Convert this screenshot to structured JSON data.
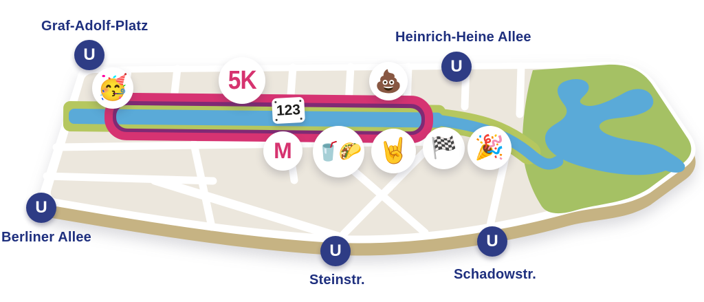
{
  "stations": [
    {
      "name": "Graf-Adolf-Platz",
      "symbol": "U"
    },
    {
      "name": "Heinrich-Heine Allee",
      "symbol": "U"
    },
    {
      "name": "Berliner Allee",
      "symbol": "U"
    },
    {
      "name": "Steinstr.",
      "symbol": "U"
    },
    {
      "name": "Schadowstr.",
      "symbol": "U"
    }
  ],
  "route": {
    "distance_badge": "5K",
    "bib_number": "123",
    "metro_badge": "M"
  },
  "markers": [
    {
      "name": "partying-face",
      "emoji": "🥳"
    },
    {
      "name": "poop",
      "emoji": "💩"
    },
    {
      "name": "refreshments",
      "emoji": "🥤🌮"
    },
    {
      "name": "rock-hand",
      "emoji": "🤘"
    },
    {
      "name": "checkered-flag",
      "emoji": "🏁"
    },
    {
      "name": "party-popper",
      "emoji": "🎉"
    }
  ],
  "colors": {
    "label_navy": "#1e2f7e",
    "station_navy": "#2e3c85",
    "badge_pink": "#d6336f",
    "route_pink": "#d63372",
    "route_outline": "#802a74",
    "canal_blue": "#5aaad8",
    "bank_green": "#b5c75f",
    "park_green": "#a5c164",
    "map_surface": "#ece7dd",
    "map_side": "#c6b383",
    "street_white": "#ffffff"
  }
}
